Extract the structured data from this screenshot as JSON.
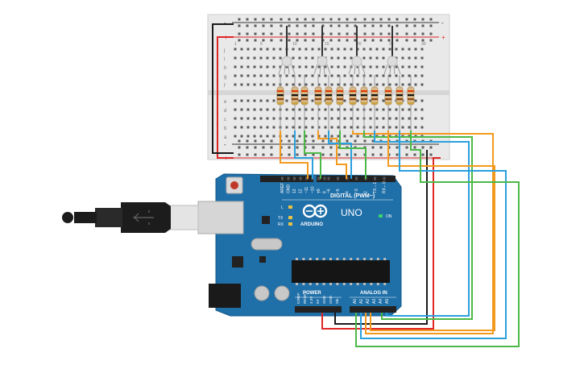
{
  "board": {
    "logo_text": "ARDUINO",
    "model_text": "UNO",
    "on_label": "ON",
    "digital_header": "DIGITAL (PWM~)",
    "analog_header": "ANALOG IN",
    "power_header": "POWER",
    "led_l": "L",
    "led_tx": "TX",
    "led_rx": "RX",
    "digital_pins": [
      "AREF",
      "GND",
      "13",
      "12",
      "~11",
      "~10",
      "~9",
      "8",
      "7",
      "~6",
      "~5",
      "4",
      "~3",
      "2",
      "TX→1",
      "RX←0"
    ],
    "power_pins": [
      "IOREF",
      "RESET",
      "3.3V",
      "5V",
      "GND",
      "GND",
      "Vin"
    ],
    "analog_pins": [
      "A0",
      "A1",
      "A2",
      "A3",
      "A4",
      "A5"
    ]
  },
  "breadboard": {
    "rail_plus": "+",
    "rail_minus": "-",
    "row_letters_top": [
      "j",
      "i",
      "h",
      "g",
      "f"
    ],
    "row_letters_bottom": [
      "e",
      "d",
      "c",
      "b",
      "a"
    ],
    "column_numbers": [
      "1",
      "5",
      "10",
      "15",
      "20",
      "25",
      "30"
    ]
  },
  "colors": {
    "board": "#1f6fa8",
    "wire_orange": "#f39a1e",
    "wire_blue": "#2aa0dc",
    "wire_green": "#4cb847",
    "wire_red": "#e02525",
    "wire_black": "#1a1a1a"
  }
}
